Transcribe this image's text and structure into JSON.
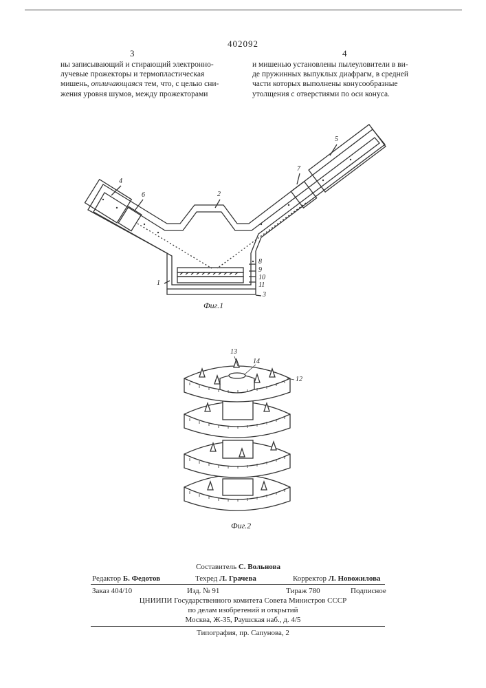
{
  "header": {
    "patent_number": "402092",
    "col_left_num": "3",
    "col_right_num": "4"
  },
  "text": {
    "left_col": [
      "ны записывающий и стирающий электронно-",
      "лучевые прожекторы и термопластическая",
      "мишень, ",
      "отличающаяся",
      " тем, что, с целью сни-",
      "жения уровня шумов, между прожекторами"
    ],
    "right_col": [
      "и мишенью установлены пылеуловители в ви-",
      "де пружинных выпуклых диафрагм, в средней",
      "части которых выполнены конусообразные",
      "утолщения с отверстиями по оси конуса."
    ]
  },
  "figure1": {
    "caption": "Фиг.1",
    "labels": [
      "1",
      "2",
      "3",
      "4",
      "5",
      "6",
      "7",
      "8",
      "9",
      "10",
      "11"
    ]
  },
  "figure2": {
    "caption": "Фиг.2",
    "labels": [
      "12",
      "13",
      "14"
    ]
  },
  "imprint": {
    "compiler_label": "Составитель",
    "compiler": "С. Вольнова",
    "editor_label": "Редактор",
    "editor": "Б. Федотов",
    "tech_label": "Техред",
    "tech": "Л. Грачева",
    "corrector_label": "Корректор",
    "corrector": "Л. Новожилова",
    "order": "Заказ 404/10",
    "issue": "Изд. № 91",
    "run": "Тираж 780",
    "subscription": "Подписное",
    "org_line1": "ЦНИИПИ Государственного комитета Совета Министров СССР",
    "org_line2": "по делам изобретений и открытий",
    "address": "Москва, Ж-35, Раушская наб., д. 4/5",
    "printer": "Типография, пр. Сапунова, 2"
  }
}
